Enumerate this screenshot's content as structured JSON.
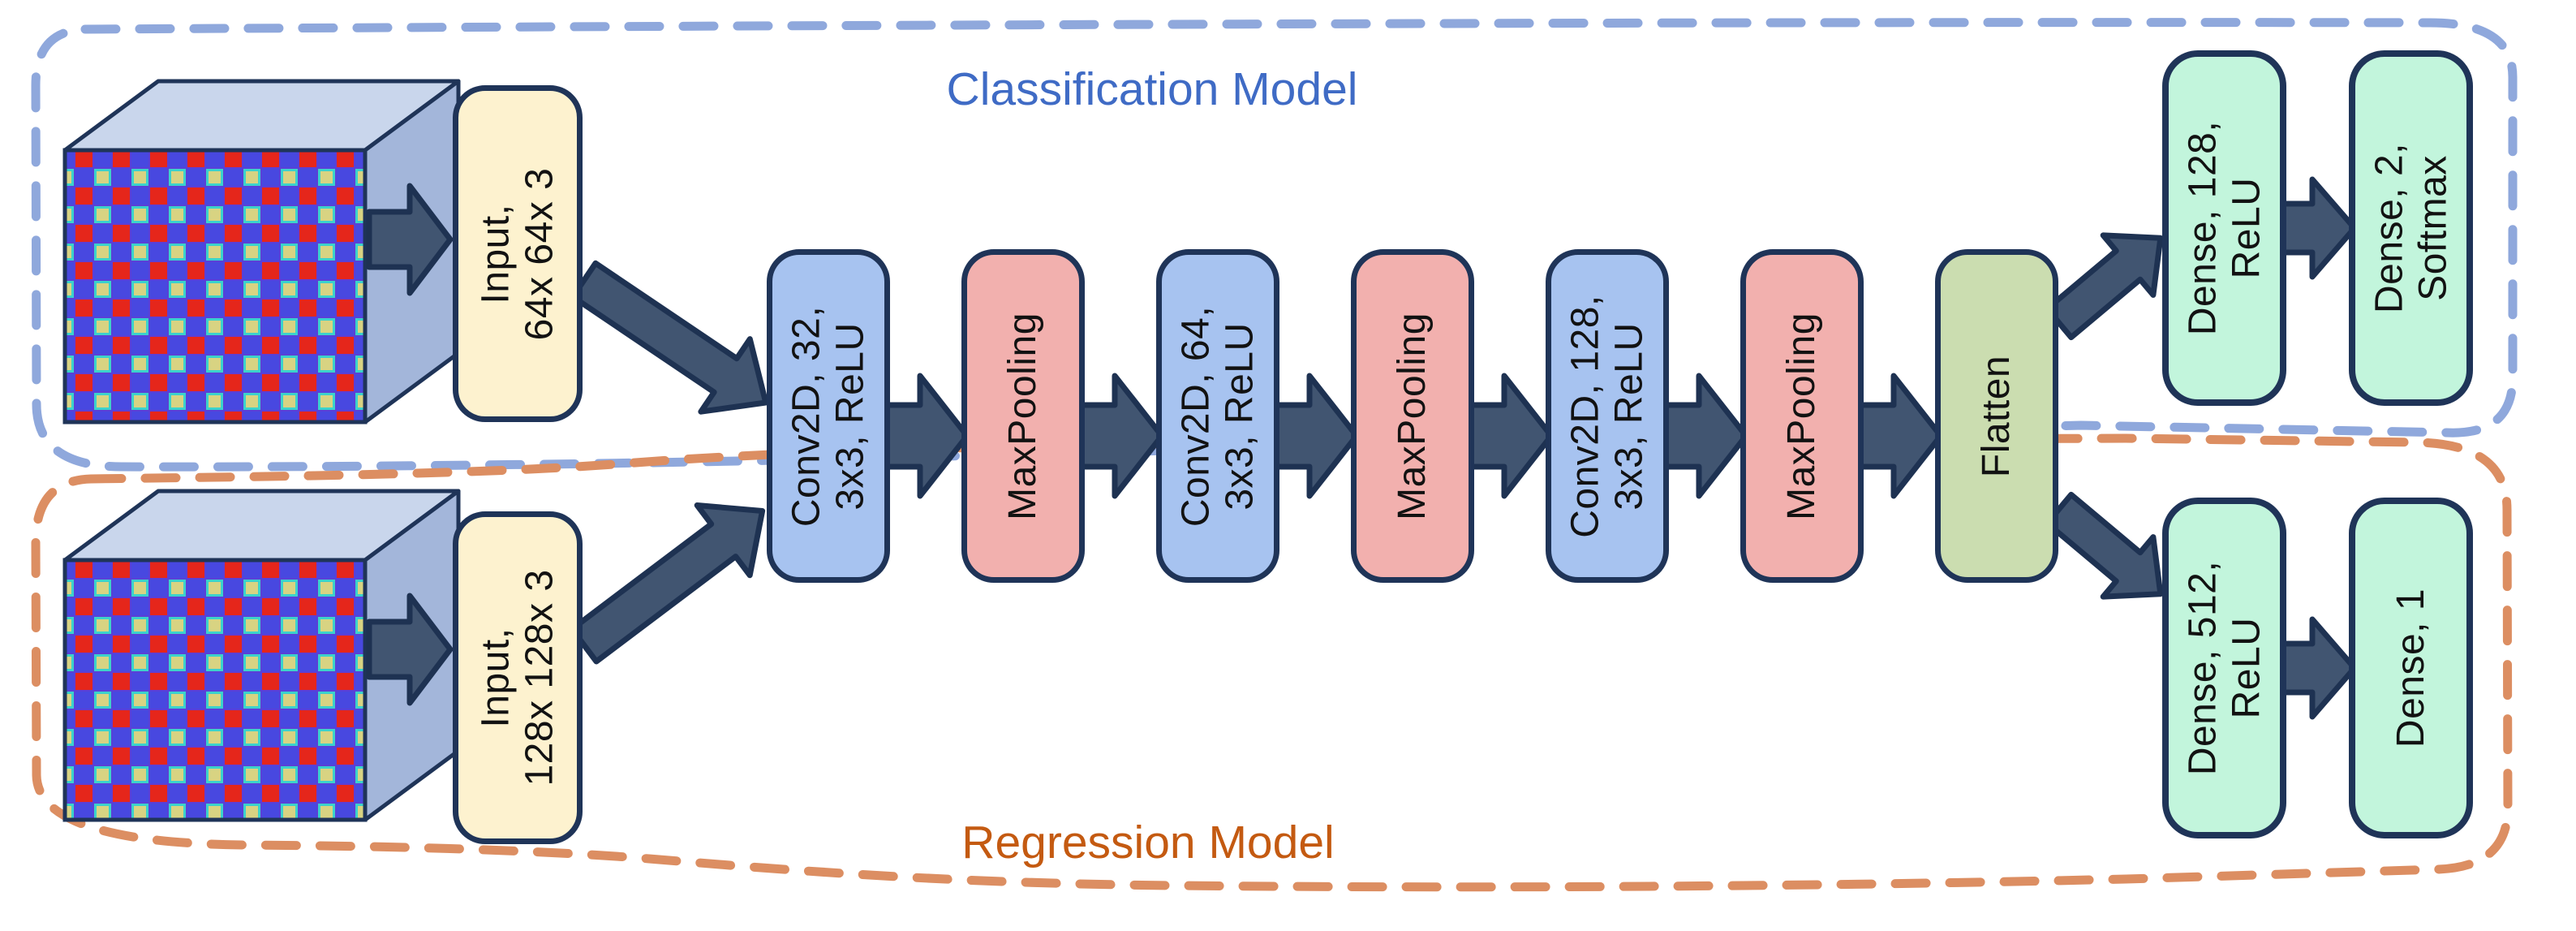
{
  "figure": {
    "classification_region": {
      "label": "Classification Model"
    },
    "regression_region": {
      "label": "Regression Model"
    }
  },
  "layers": {
    "input_64": {
      "label": "Input,\n64x 64x 3",
      "type": "input"
    },
    "input_128": {
      "label": "Input,\n128x 128x 3",
      "type": "input"
    },
    "conv_32": {
      "label": "Conv2D, 32,\n3x3, ReLU",
      "type": "conv"
    },
    "maxpool_1": {
      "label": "MaxPooling",
      "type": "pool"
    },
    "conv_64": {
      "label": "Conv2D, 64,\n3x3, ReLU",
      "type": "conv"
    },
    "maxpool_2": {
      "label": "MaxPooling",
      "type": "pool"
    },
    "conv_128": {
      "label": "Conv2D, 128,\n3x3, ReLU",
      "type": "conv"
    },
    "maxpool_3": {
      "label": "MaxPooling",
      "type": "pool"
    },
    "flatten": {
      "label": "Flatten",
      "type": "flatten"
    },
    "dense_128": {
      "label": "Dense, 128,\nReLU",
      "type": "dense"
    },
    "dense_2": {
      "label": "Dense, 2,\nSoftmax",
      "type": "dense"
    },
    "dense_512": {
      "label": "Dense, 512,\nReLU",
      "type": "dense"
    },
    "dense_1": {
      "label": "Dense, 1",
      "type": "dense"
    }
  },
  "colors": {
    "classification_label": "#3F6BC5",
    "regression_label": "#C45A11",
    "classification_dash": "#8FA8DC",
    "regression_dash": "#DC8E62",
    "box_border": "#1F3458",
    "arrow_fill": "#415571",
    "arrow_stroke": "#1E3252",
    "input_fill": "#FDF2CF",
    "conv_fill": "#A7C3F0",
    "pool_fill": "#F2B0AE",
    "flatten_fill": "#CBDDB0",
    "dense_fill": "#C2F5DC"
  }
}
